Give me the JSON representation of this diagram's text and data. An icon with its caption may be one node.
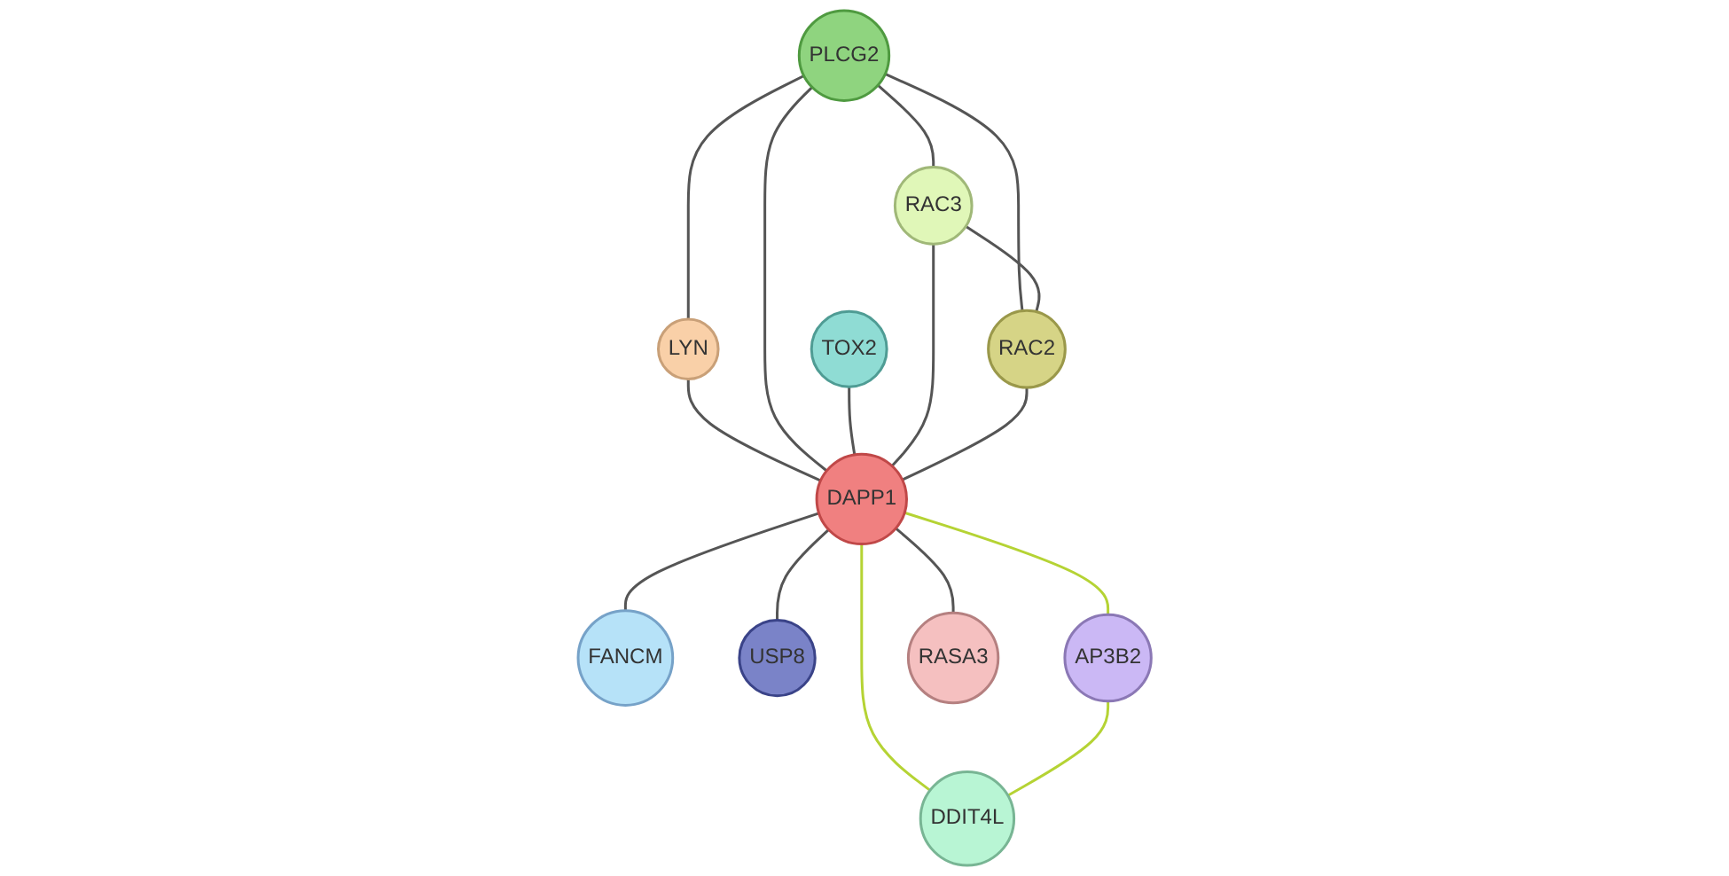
{
  "diagram": {
    "nodes": [
      {
        "text": [
          "LYN"
        ]
      },
      {
        "text": [
          "PLCG2"
        ]
      },
      {
        "text": [
          "TOX2"
        ]
      },
      {
        "text": [
          "RAC3"
        ]
      },
      {
        "text": [
          "RAC2"
        ]
      },
      {
        "text": [
          "FANCM"
        ]
      },
      {
        "text": [
          "DAPP1"
        ]
      },
      {
        "text": [
          "USP8"
        ]
      },
      {
        "text": [
          "AP3B2"
        ]
      },
      {
        "text": [
          "DDIT4L"
        ]
      },
      {
        "text": [
          "RASA3"
        ]
      }
    ],
    "edges": [
      {
        "from": 1,
        "to": 0,
        "arrow": "none"
      },
      {
        "from": 0,
        "to": 6,
        "arrow": "none"
      },
      {
        "from": 1,
        "to": 3,
        "arrow": "none"
      },
      {
        "from": 1,
        "to": 4,
        "arrow": "none"
      },
      {
        "from": 1,
        "to": 6,
        "arrow": "none"
      },
      {
        "from": 2,
        "to": 6,
        "arrow": "none"
      },
      {
        "from": 3,
        "to": 4,
        "arrow": "none"
      },
      {
        "from": 3,
        "to": 6,
        "arrow": "none"
      },
      {
        "from": 4,
        "to": 6,
        "arrow": "none"
      },
      {
        "from": 6,
        "to": 5,
        "arrow": "none"
      },
      {
        "from": 6,
        "to": 7,
        "arrow": "none"
      },
      {
        "from": 6,
        "to": 8,
        "arrow": "none",
        "color": "#b5d334"
      },
      {
        "from": 6,
        "to": 9,
        "arrow": "none",
        "color": "#b5d334"
      },
      {
        "from": 6,
        "to": 10,
        "arrow": "none"
      },
      {
        "from": 8,
        "to": 9,
        "arrow": "none",
        "color": "#b5d334"
      }
    ]
  }
}
